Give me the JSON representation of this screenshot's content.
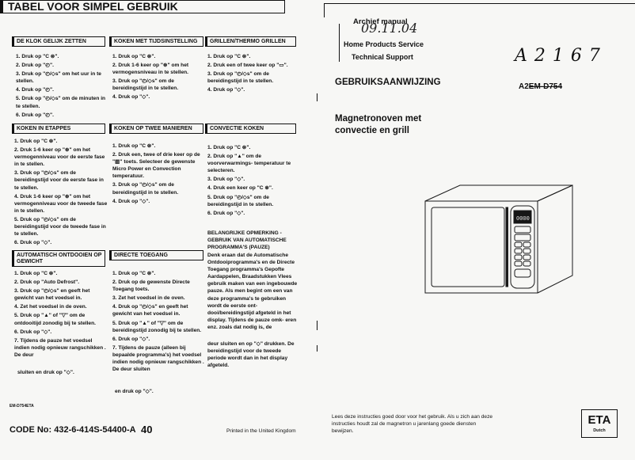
{
  "main_title": "TABEL VOOR SIMPEL GEBRUIK",
  "sections": {
    "clock": {
      "title": "DE KLOK GELIJK ZETTEN",
      "steps": [
        "1. Druk op \"C ⊗\".",
        "2. Druk op \"◴\".",
        "3. Druk op \"◴/◇s\" om het uur in te stellen.",
        "4. Druk op \"◴\".",
        "5. Druk op \"◴/◇s\" om de minuten in te stellen.",
        "6. Druk op \"◴\"."
      ]
    },
    "time_setting": {
      "title": "KOKEN MET TIJDSINSTELLING",
      "steps": [
        "1. Druk op \"C ⊗\".",
        "2. Druk 1-6 keer op \"⊛\" om het vermogensniveau in te stellen.",
        "3. Druk op \"◴/◇s\" om de bereidingstijd in te stellen.",
        "4. Druk op \"◇\"."
      ]
    },
    "grill": {
      "title": "GRILLEN/THERMO GRILLEN",
      "steps": [
        "1. Druk op \"C ⊗\".",
        "2. Druk een of twee keer op \"▭\".",
        "3. Druk op \"◴/◇s\" om de bereidingstijd in te stellen.",
        "4. Druk op \"◇\"."
      ]
    },
    "stages": {
      "title": "KOKEN IN ETAPPES",
      "steps": [
        "1. Druk op \"C ⊗\".",
        "2. Druk 1-6 keer op \"⊛\" om het vermogenniveau voor de eerste fase in te stellen.",
        "3. Druk op \"◴/◇s\" om de bereidingstijd voor de eerste fase in te stellen.",
        "4. Druk 1-6 keer op \"⊛\" om het vermogenniveau voor de tweede fase in te stellen.",
        "5. Druk op \"◴/◇s\" om de bereidingstijd voor de tweede fase in te stellen.",
        "6. Druk op \"◇\"."
      ]
    },
    "two_ways": {
      "title": "KOKEN OP TWEE MANIEREN",
      "steps": [
        "1. Druk op \"C ⊗\".",
        "2. Druk een, twee of drie keer op de \"▥\" toets. Selecteer de gewenste Micro Power en Convection temperatuur.",
        "3. Druk op \"◴/◇s\" om de bereidingstijd in te stellen.",
        "4. Druk op \"◇\"."
      ]
    },
    "convection": {
      "title": "CONVECTIE KOKEN",
      "steps": [
        "1. Druk op \"C ⊗\".",
        "2. Druk op \"▲\" om de voorverwarmings- temperatuur te selecteren.",
        "3. Druk op \"◇\".",
        "4. Druk een keer op \"C ⊗\".",
        "5. Druk op \"◴/◇s\" om de bereidingstijd in te stellen.",
        "6. Druk op \"◇\"."
      ]
    },
    "note": {
      "title": "BELANGRIJKE OPMERKING - GEBRUIK VAN AUTOMATISCHE PROGRAMMA'S (PAUZE)",
      "body": "Denk eraan dat de Automatische Ontdooiprogramma's en de Directe Toegang programma's Gepofte Aardappelen, Braadstukken Vlees gebruik maken van een ingebouwde pauze. Als men begint om een van deze programma's te gebruiken wordt de eerste ont- dooi/bereidingstijd afgeteld in het display. Tijdens de pauze omk- eren enz. zoals dat nodig is, de",
      "body2": "deur sluiten en op \"◇\" drukken. De bereidingstijd voor de tweede periode wordt dan in het display afgeteld."
    },
    "auto_defrost": {
      "title": "AUTOMATISCH ONTDOOIEN OP GEWICHT",
      "steps": [
        "1. Druk op \"C ⊗\".",
        "2. Druk op \"Auto Defrost\".",
        "3. Druk op \"◴/◇s\" en geeft het gewicht van het voedsel in.",
        "4. Zet het voedsel in de oven.",
        "5. Druk op \"▲\" of \"▽\" om de ontdooitijd zonodig bij te stellen.",
        "6. Druk op \"◇\".",
        "7. Tijdens de pauze het voedsel indien nodig opnieuw rangschikken . De deur"
      ],
      "tail": "sluiten en druk op \"◇\"."
    },
    "direct": {
      "title": "DIRECTE TOEGANG",
      "steps": [
        "1. Druk op \"C ⊗\".",
        "2. Druk op de gewenste Directe Toegang toets.",
        "3. Zet het voedsel in de oven.",
        "4. Druk op \"◴/◇s\" en geeft het gewicht van het voedsel in.",
        "5. Druk op \"▲\" of \"▽\" om de bereidingstijd zonodig bij te stellen.",
        "6. Druk op \"◇\".",
        "7. Tijdens de pauze (alleen bij bepaalde programma's) het voedsel indien nodig opnieuw rangschikken . De deur sluiten"
      ],
      "tail": "en druk op \"◇\"."
    }
  },
  "right": {
    "stamp": {
      "line1": "Archief manual",
      "line2": "Home Products Service",
      "line3": "Technical Support",
      "handwritten_date": "09.11.04"
    },
    "handwritten_code": "A 2 1 6 7",
    "heading": "GEBRUIKSAANWIJZING",
    "model_prefix": "A2",
    "model_struck": "EM-D754",
    "subtitle_line1": "Magnetronoven met",
    "subtitle_line2": "convectie en grill",
    "panel_display": "0000",
    "footer_text": "Lees deze instructies goed door voor het gebruik. Als u zich aan deze instructies houdt zal de magnetron u jarenlang goede diensten bewijzen.",
    "eta_logo": "ETA",
    "eta_sub": "Dutch"
  },
  "footer": {
    "small_code": "EM-D754ETA",
    "code_label": "CODE No: 432-6-414S-54400-A",
    "page_number": "40",
    "printed": "Printed in the United Kingdom"
  }
}
